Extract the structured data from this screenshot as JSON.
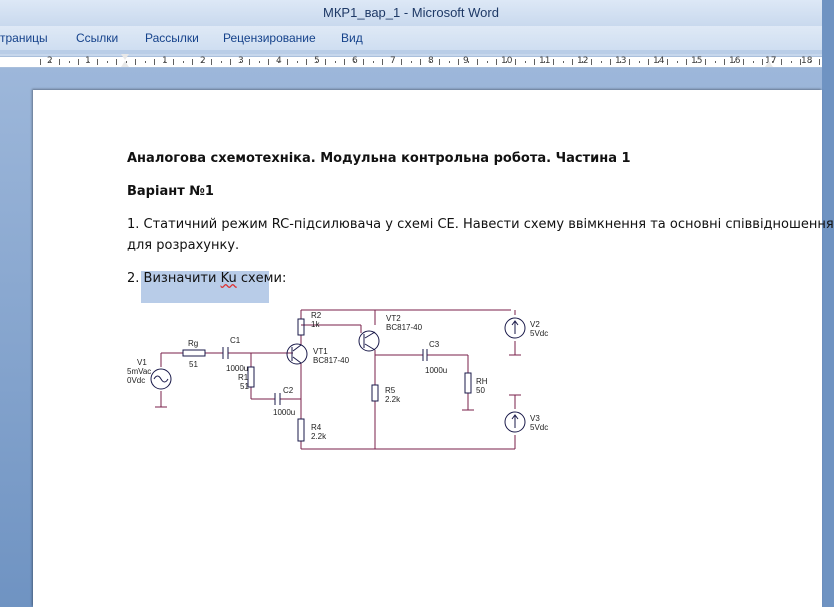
{
  "window": {
    "title": "МКР1_вар_1 - Microsoft Word"
  },
  "ribbon": {
    "tabs": [
      "траницы",
      "Ссылки",
      "Рассылки",
      "Рецензирование",
      "Вид"
    ]
  },
  "ruler": {
    "labels": [
      "2",
      "1",
      "1",
      "2",
      "3",
      "4",
      "5",
      "6",
      "7",
      "8",
      "9",
      "10",
      "11",
      "12",
      "13",
      "14",
      "15",
      "16",
      "17",
      "18"
    ]
  },
  "document": {
    "heading": "Аналогова схемотехніка. Модульна контрольна робота. Частина 1",
    "variant": "Варіант №1",
    "task1_line1": "1. Статичний режим RC-підсилювача у схемі СЕ. Навести схему ввімкнення та основні співвідношення",
    "task1_line2": "для розрахунку.",
    "task2_prefix": "2. ",
    "task2_word1": "Визначити ",
    "task2_word2": "Ku",
    "task2_word3": " схеми",
    "task2_suffix": ":"
  },
  "circuit": {
    "v1_name": "V1",
    "v1_ac": "5mVac",
    "v1_dc": "0Vdc",
    "rg_name": "Rg",
    "rg_value": "51",
    "c1_name": "C1",
    "c1_value": "1000u",
    "r1_name": "R1",
    "r1_value": "51",
    "c2_name": "C2",
    "c2_value": "1000u",
    "r2_name": "R2",
    "r2_value": "1k",
    "vt1_name": "VT1",
    "vt1_model": "BC817-40",
    "vt2_name": "VT2",
    "vt2_model": "BC817-40",
    "r4_name": "R4",
    "r4_value": "2.2k",
    "c3_name": "C3",
    "c3_value": "1000u",
    "r5_name": "R5",
    "r5_value": "2.2k",
    "rh_name": "RH",
    "rh_value": "50",
    "v2_name": "V2",
    "v2_value": "5Vdc",
    "v3_name": "V3",
    "v3_value": "5Vdc",
    "wire_color": "#7a1f4a"
  }
}
